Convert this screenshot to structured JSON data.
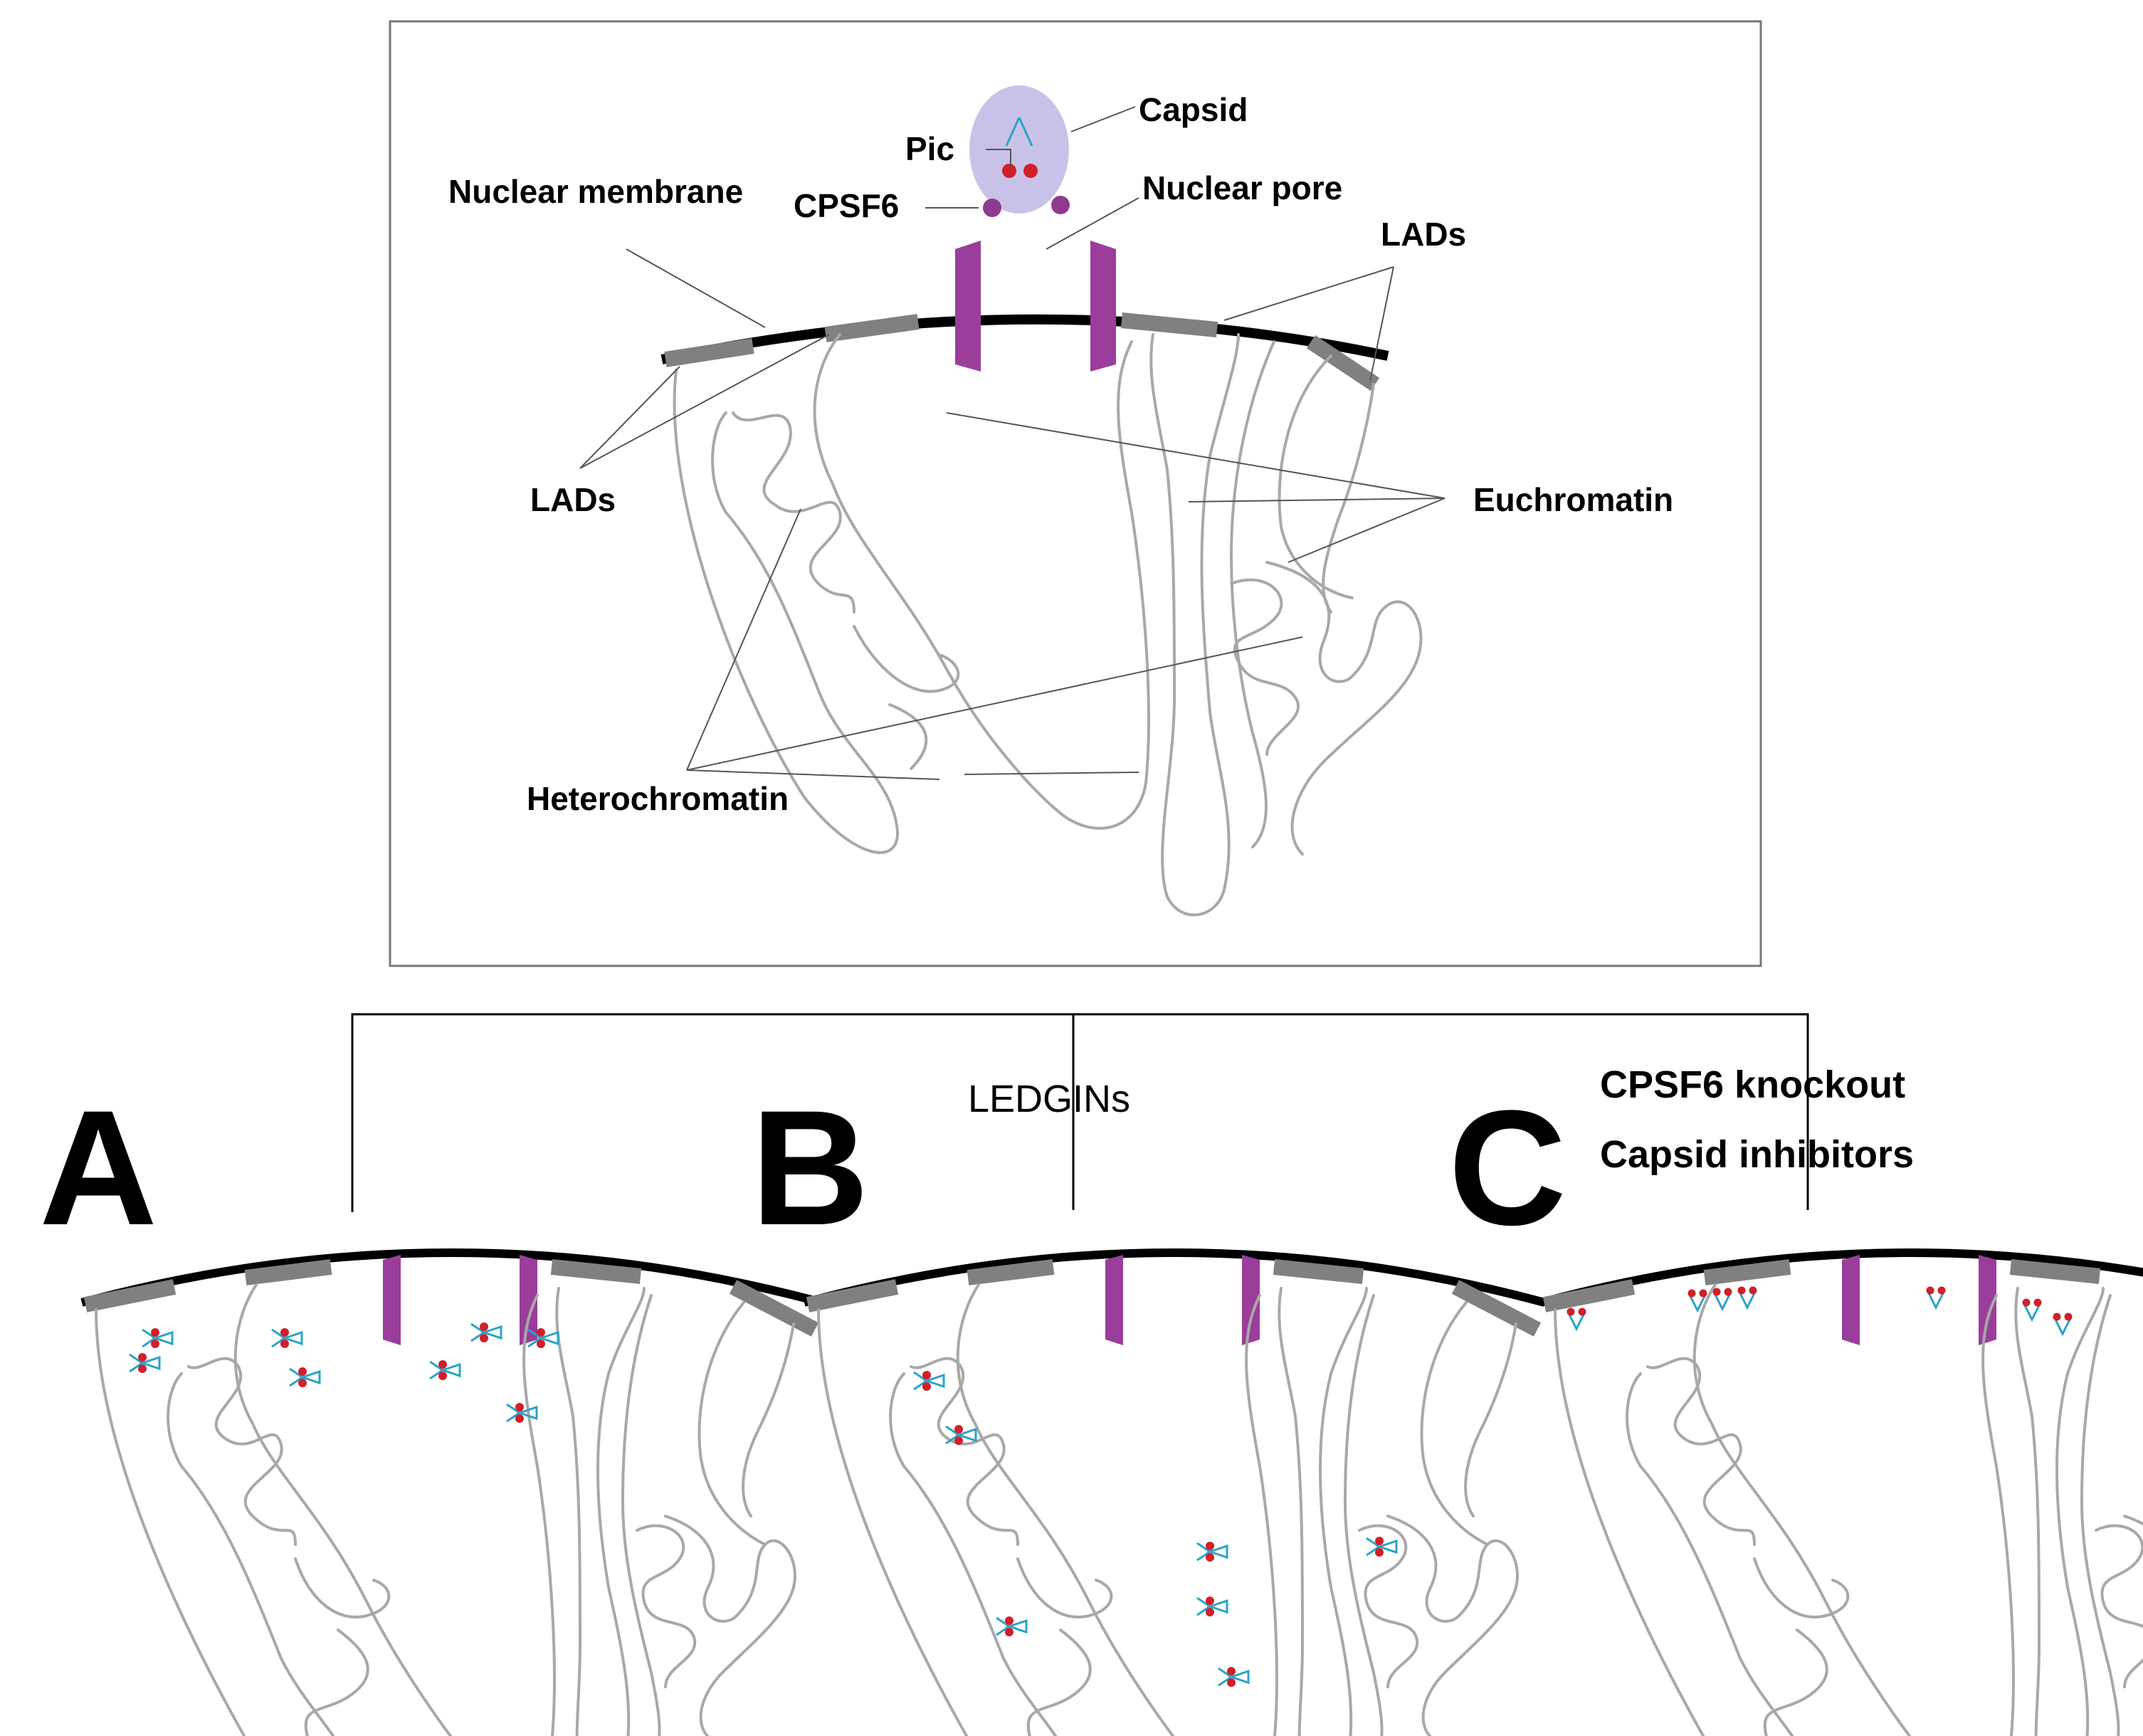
{
  "overview": {
    "labels": {
      "capsid": "Capsid",
      "pic": "Pic",
      "nuclear_membrane": "Nuclear membrane",
      "cpsf6": "CPSF6",
      "nuclear_pore": "Nuclear pore",
      "lads_right": "LADs",
      "lads_left": "LADs",
      "euchromatin": "Euchromatin",
      "heterochromatin": "Heterochromatin"
    }
  },
  "panels": [
    {
      "letter": "A",
      "condition": []
    },
    {
      "letter": "B",
      "condition": [
        "LEDGINs"
      ]
    },
    {
      "letter": "C",
      "condition": [
        "CPSF6 knockout",
        "Capsid inhibitors"
      ]
    }
  ],
  "colors": {
    "membrane": "#000000",
    "lad": "#808080",
    "pore": "#9b3d9b",
    "capsid": "#c9c2e8",
    "cpsf6": "#8e3a8e",
    "provirus_dot": "#d0202a",
    "provirus_line": "#2aa3c8",
    "chromatin": "#a8a8a8"
  }
}
